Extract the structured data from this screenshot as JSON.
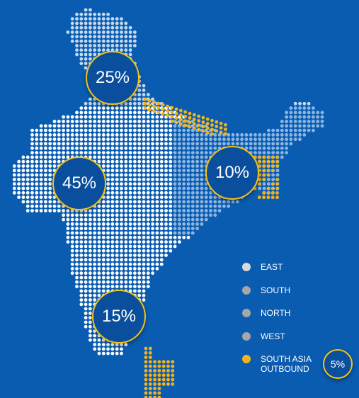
{
  "regions": [
    {
      "key": "north",
      "bubble": "25%"
    },
    {
      "key": "west",
      "bubble": "45%"
    },
    {
      "key": "east",
      "bubble": "10%"
    },
    {
      "key": "south",
      "bubble": "15%"
    }
  ],
  "outbound_bubble": "5%",
  "legend": [
    {
      "label": "EAST",
      "color": "#d9d9d9"
    },
    {
      "label": "SOUTH",
      "color": "#a6a6a6"
    },
    {
      "label": "NORTH",
      "color": "#a6a6a6"
    },
    {
      "label": "WEST",
      "color": "#a6a6a6"
    },
    {
      "label": "SOUTH ASIA OUTBOUND",
      "color": "#f5b21b"
    }
  ],
  "colors": {
    "background": "#0a5cb0",
    "dot_white": "#ffffff",
    "dot_north": "#c5d9ef",
    "dot_east": "#8db6e2",
    "dot_outbound": "#f5b21b",
    "bubble_fill": "#0a4f9e",
    "bubble_border": "#f2c318"
  }
}
